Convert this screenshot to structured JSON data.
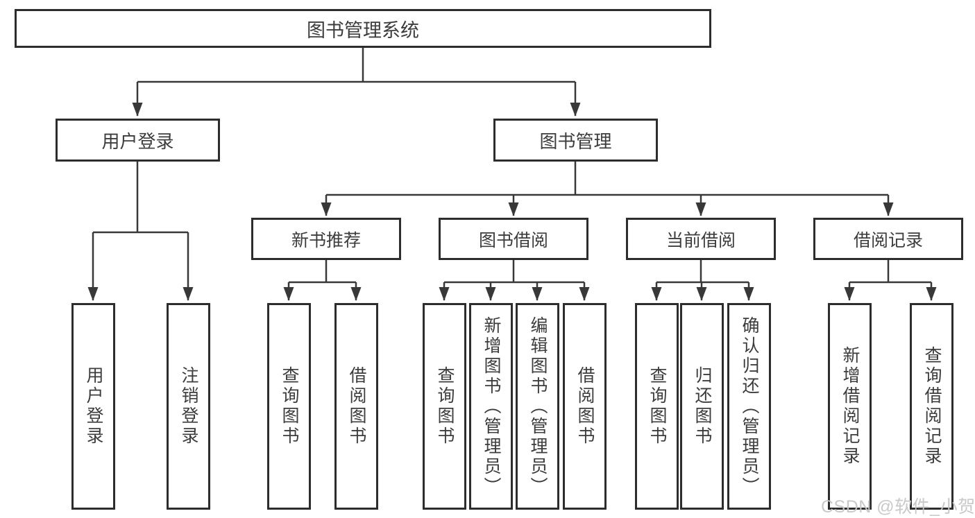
{
  "nodes": {
    "root": {
      "label": "图书管理系统"
    },
    "level2": [
      {
        "label": "用户登录"
      },
      {
        "label": "图书管理"
      }
    ],
    "level3": [
      {
        "label": "新书推荐"
      },
      {
        "label": "图书借阅"
      },
      {
        "label": "当前借阅"
      },
      {
        "label": "借阅记录"
      }
    ],
    "leaves": [
      {
        "label": "用户登录"
      },
      {
        "label": "注销登录"
      },
      {
        "label": "查询图书"
      },
      {
        "label": "借阅图书"
      },
      {
        "label": "查询图书"
      },
      {
        "label": "新增图书（管理员）"
      },
      {
        "label": "编辑图书（管理员）"
      },
      {
        "label": "借阅图书"
      },
      {
        "label": "查询图书"
      },
      {
        "label": "归还图书"
      },
      {
        "label": "确认归还（管理员）"
      },
      {
        "label": "新增借阅记录"
      },
      {
        "label": "查询借阅记录"
      }
    ]
  },
  "watermark": {
    "text": "CSDN @软件_小贺同学"
  },
  "colors": {
    "line": "#383838",
    "box_border": "#2d2d2d",
    "text": "#3c3c3c",
    "watermark": "#c6c6c6",
    "background": "#ffffff"
  }
}
